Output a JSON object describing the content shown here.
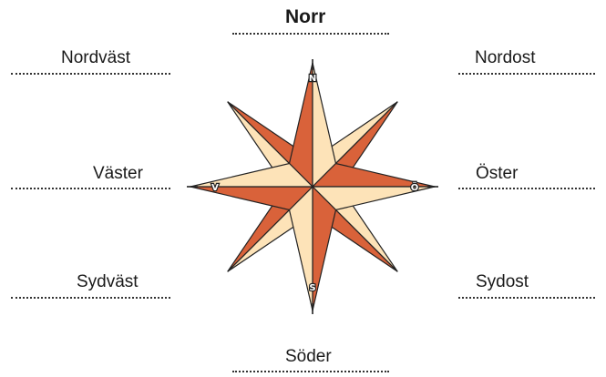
{
  "labels": {
    "north": "Norr",
    "northwest": "Nordväst",
    "northeast": "Nordost",
    "west": "Väster",
    "east": "Öster",
    "southwest": "Sydväst",
    "southeast": "Sydost",
    "south": "Söder"
  },
  "rose_letters": {
    "n": "N",
    "e": "Ö",
    "s": "S",
    "w": "V"
  },
  "colors": {
    "dark": "#d9623a",
    "light": "#fde3b8",
    "outline": "#222222"
  }
}
